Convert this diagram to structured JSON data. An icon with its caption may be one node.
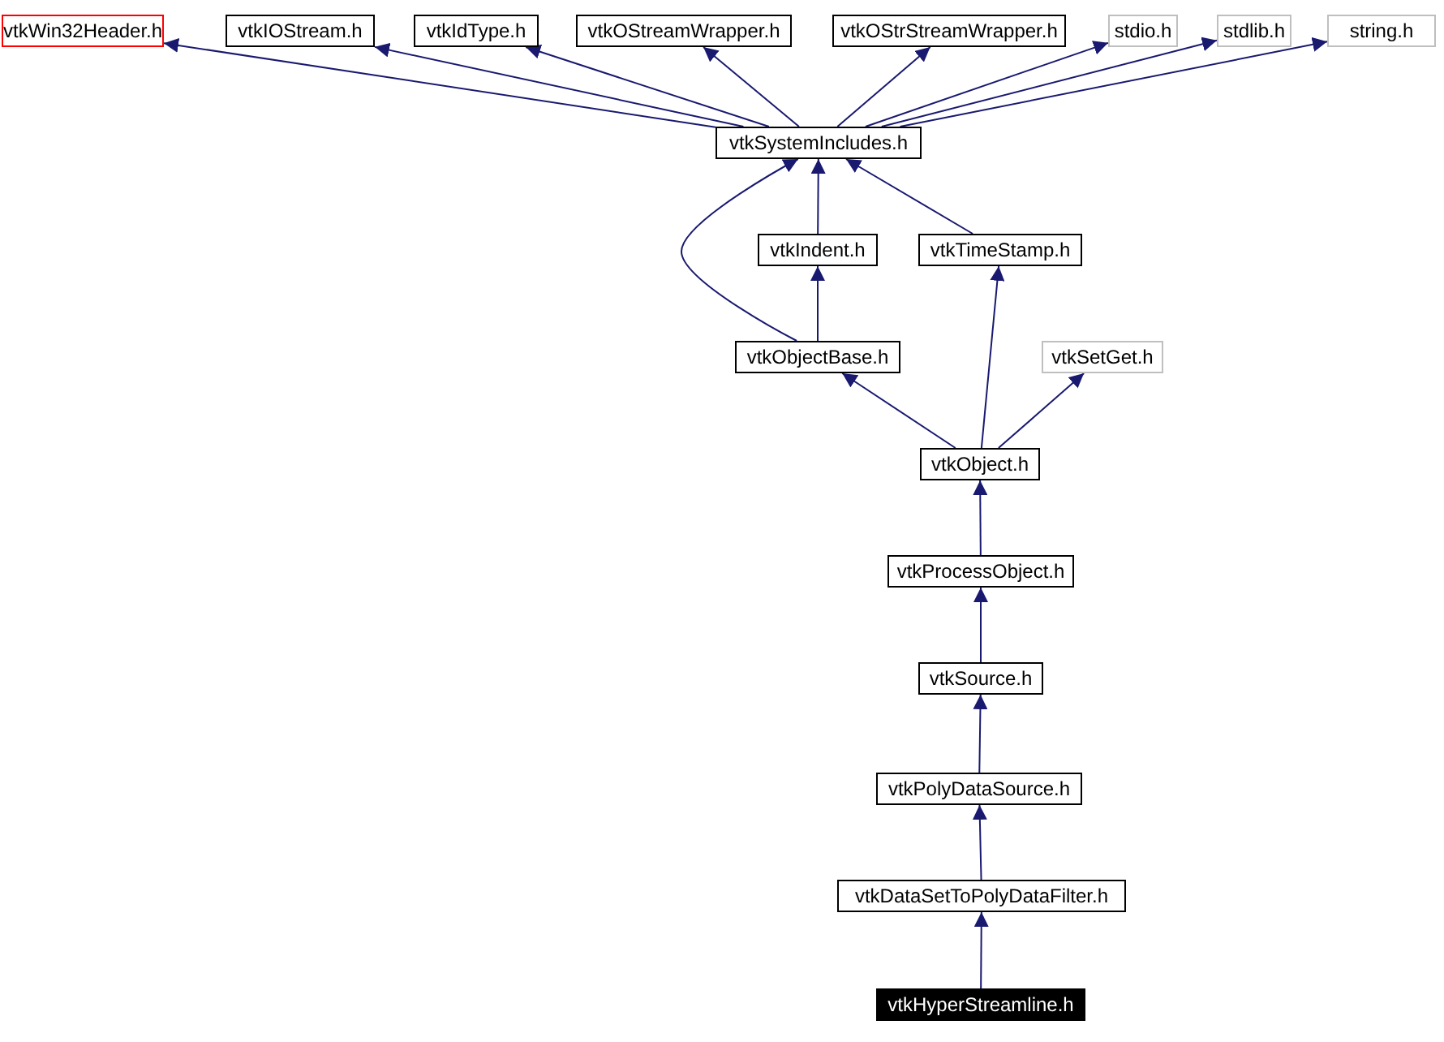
{
  "diagram": {
    "nodes": [
      {
        "text": [
          "vtkWin32Header.h"
        ]
      },
      {
        "text": [
          "vtkIOStream.h"
        ]
      },
      {
        "text": [
          "vtkIdType.h"
        ]
      },
      {
        "text": [
          "vtkOStreamWrapper.h"
        ]
      },
      {
        "text": [
          "vtkOStrStreamWrapper.h"
        ]
      },
      {
        "text": [
          "stdio.h"
        ]
      },
      {
        "text": [
          "stdlib.h"
        ]
      },
      {
        "text": [
          "string.h"
        ]
      },
      {
        "text": [
          "vtkSystemIncludes.h"
        ]
      },
      {
        "text": [
          "vtkIndent.h"
        ]
      },
      {
        "text": [
          "vtkTimeStamp.h"
        ]
      },
      {
        "text": [
          "vtkObjectBase.h"
        ]
      },
      {
        "text": [
          "vtkSetGet.h"
        ]
      },
      {
        "text": [
          "vtkObject.h"
        ]
      },
      {
        "text": [
          "vtkProcessObject.h"
        ]
      },
      {
        "text": [
          "vtkSource.h"
        ]
      },
      {
        "text": [
          "vtkPolyDataSource.h"
        ]
      },
      {
        "text": [
          "vtkDataSetToPolyDataFilter.h"
        ]
      },
      {
        "text": [
          "vtkHyperStreamline.h"
        ]
      }
    ],
    "edges": [
      {
        "from": 8,
        "to": 0,
        "arrow": "to"
      },
      {
        "from": 8,
        "to": 1,
        "arrow": "to"
      },
      {
        "from": 8,
        "to": 2,
        "arrow": "to"
      },
      {
        "from": 8,
        "to": 3,
        "arrow": "to"
      },
      {
        "from": 8,
        "to": 4,
        "arrow": "to"
      },
      {
        "from": 8,
        "to": 5,
        "arrow": "to"
      },
      {
        "from": 8,
        "to": 6,
        "arrow": "to"
      },
      {
        "from": 8,
        "to": 7,
        "arrow": "to"
      },
      {
        "from": 9,
        "to": 8,
        "arrow": "to"
      },
      {
        "from": 10,
        "to": 8,
        "arrow": "to"
      },
      {
        "from": 11,
        "to": 8,
        "arrow": "to"
      },
      {
        "from": 11,
        "to": 9,
        "arrow": "to"
      },
      {
        "from": 13,
        "to": 11,
        "arrow": "to"
      },
      {
        "from": 13,
        "to": 10,
        "arrow": "to"
      },
      {
        "from": 13,
        "to": 12,
        "arrow": "to"
      },
      {
        "from": 14,
        "to": 13,
        "arrow": "to"
      },
      {
        "from": 15,
        "to": 14,
        "arrow": "to"
      },
      {
        "from": 16,
        "to": 15,
        "arrow": "to"
      },
      {
        "from": 17,
        "to": 16,
        "arrow": "to"
      },
      {
        "from": 18,
        "to": 17,
        "arrow": "to"
      }
    ]
  }
}
